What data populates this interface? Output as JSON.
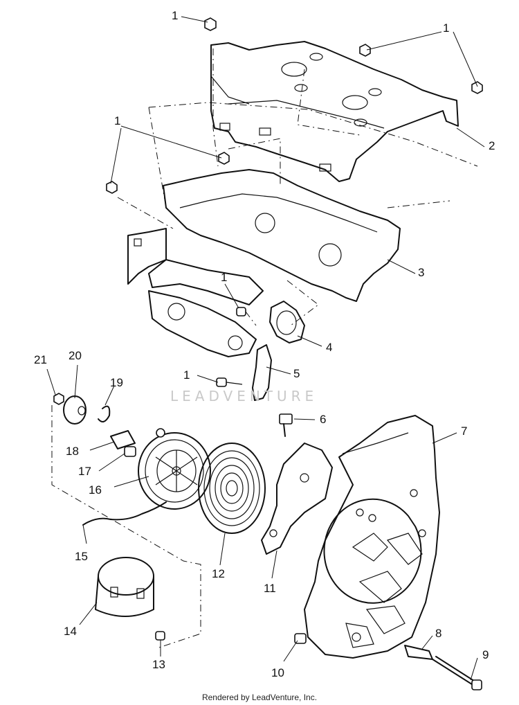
{
  "diagram": {
    "watermark": "LEADVENTURE",
    "footer": "Rendered by LeadVenture, Inc.",
    "callouts": {
      "c1a": "1",
      "c1b": "1",
      "c1c": "1",
      "c1d": "1",
      "c1e": "1",
      "c2": "2",
      "c3": "3",
      "c4": "4",
      "c5": "5",
      "c6": "6",
      "c7": "7",
      "c8": "8",
      "c9": "9",
      "c10": "10",
      "c11": "11",
      "c12": "12",
      "c13": "13",
      "c14": "14",
      "c15": "15",
      "c16": "16",
      "c17": "17",
      "c18": "18",
      "c19": "19",
      "c20": "20",
      "c21": "21"
    }
  }
}
